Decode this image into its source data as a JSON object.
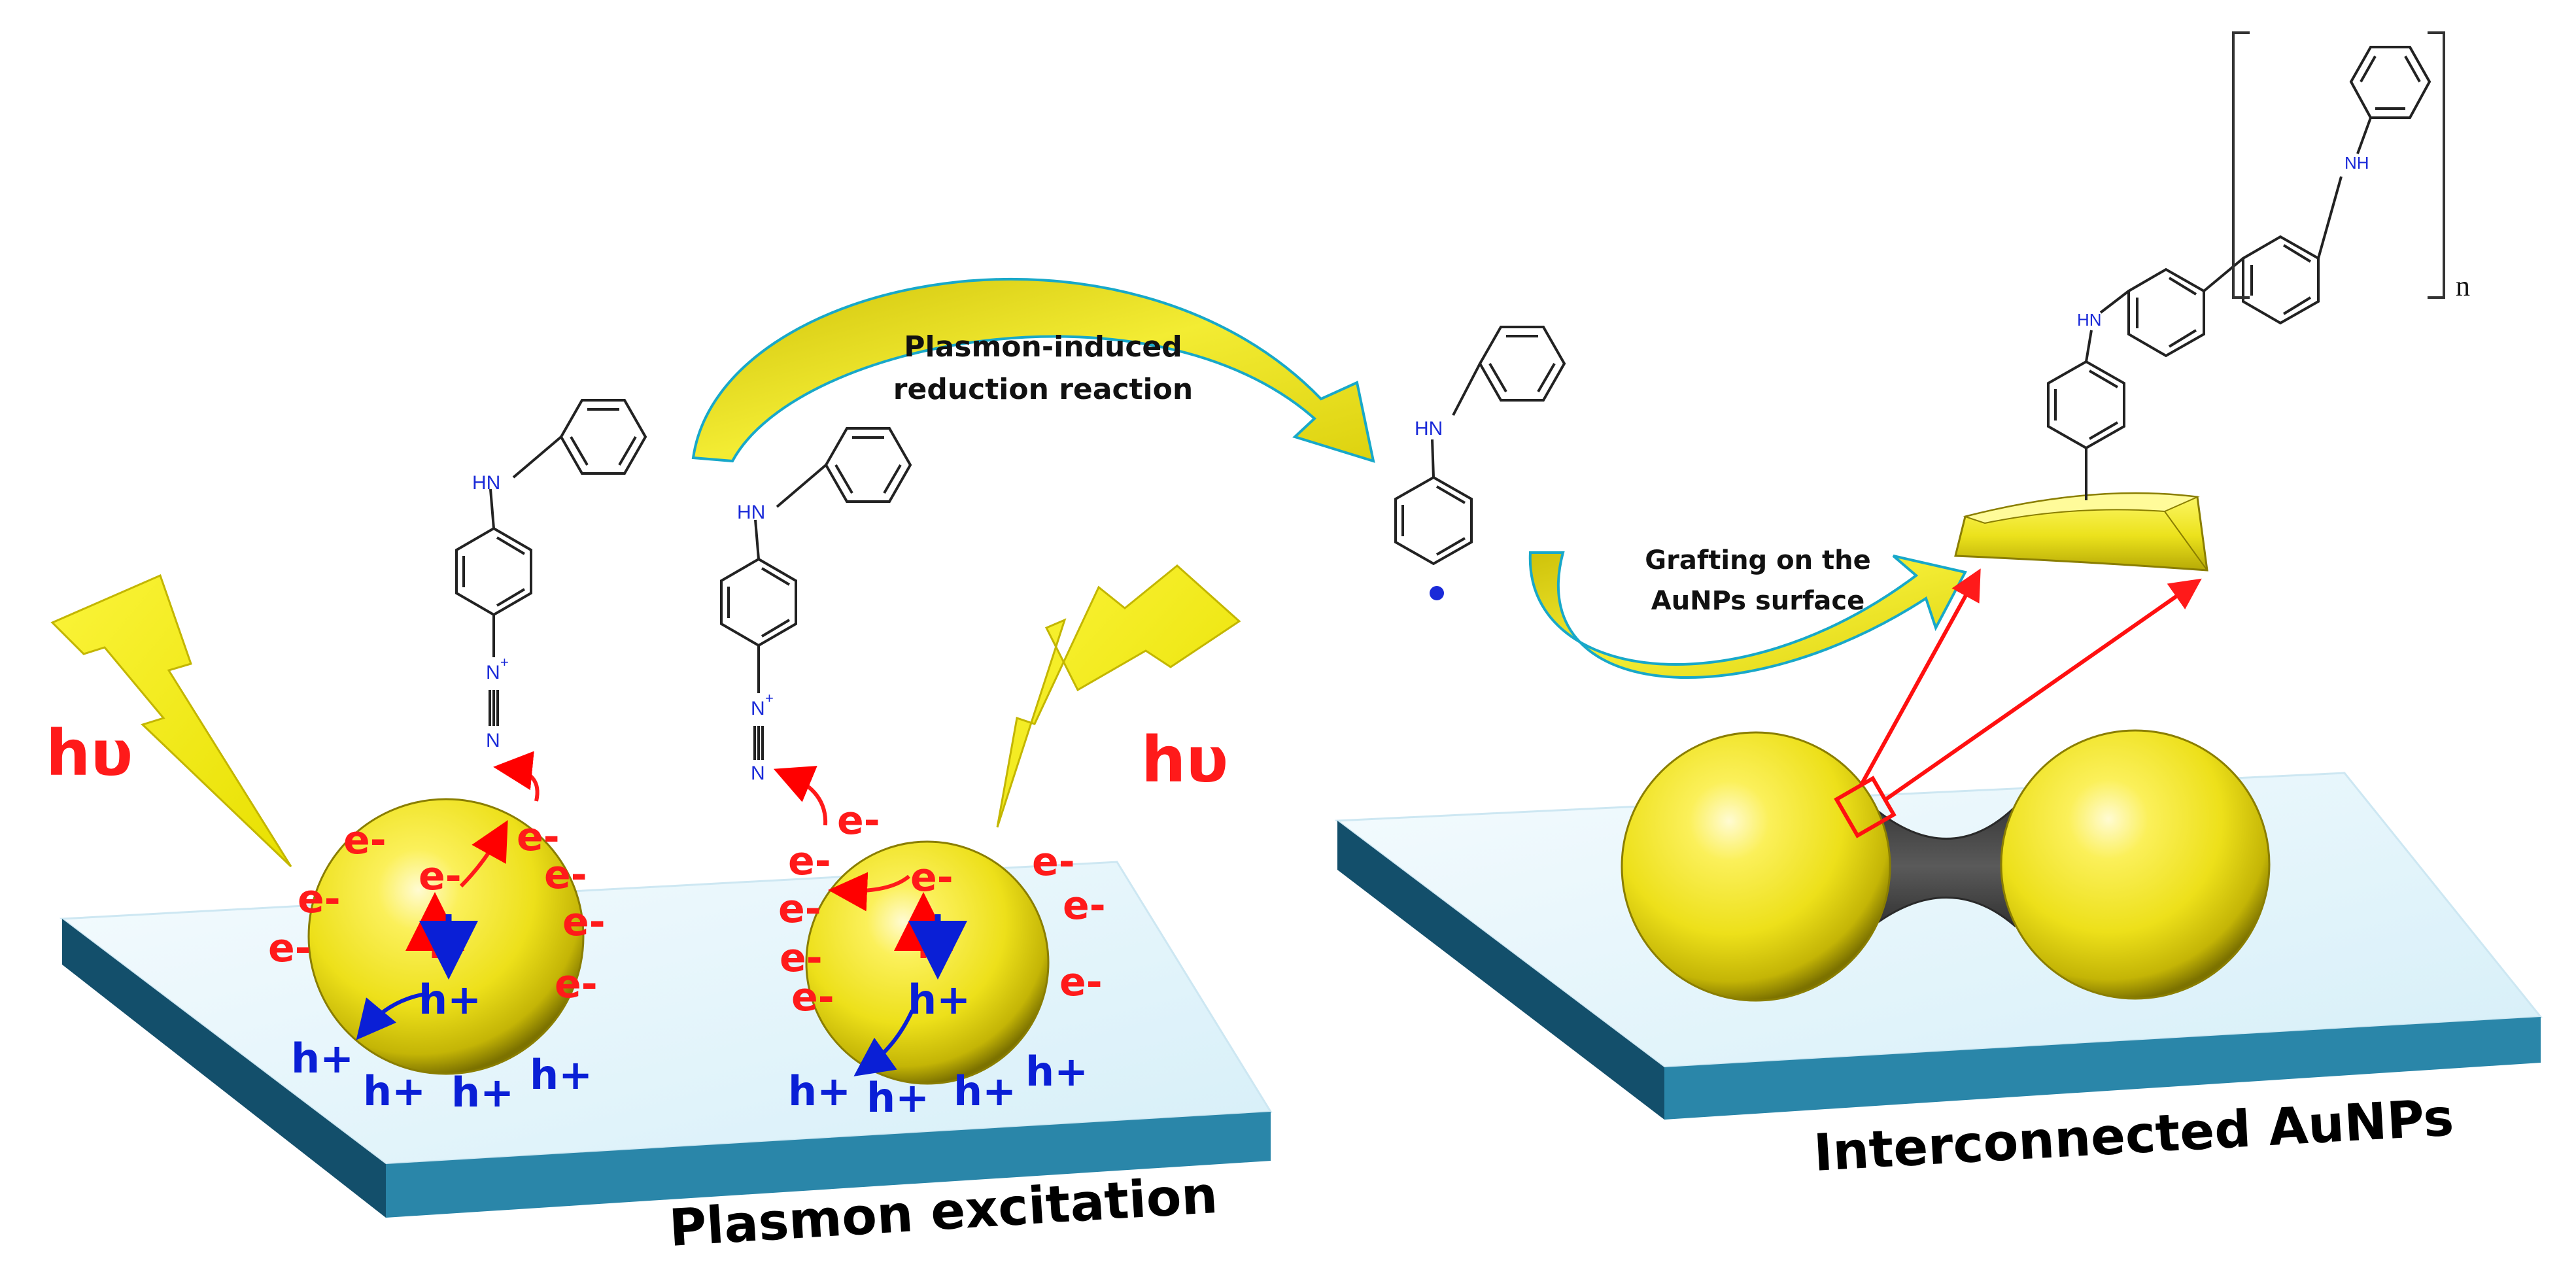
{
  "labels": {
    "hv": "hυ",
    "electron": "e-",
    "hole": "h+",
    "plasmon_excitation": "Plasmon excitation",
    "interconnected": "Interconnected AuNPs",
    "reduction_line1": "Plasmon-induced",
    "reduction_line2": "reduction reaction",
    "grafting_line1": "Grafting on the",
    "grafting_line2": "AuNPs surface",
    "amine": "HN",
    "amine_ext": "NH",
    "n_plus": "N",
    "plus": "+",
    "n_term": "N",
    "repeat": "n"
  },
  "colors": {
    "gold": "#f2e21a",
    "gold_dark": "#8e8200",
    "substrate_top": "#e6f6fb",
    "substrate_side": "#1f7395",
    "substrate_front": "#155a78",
    "arrow_fill": "#e4da12",
    "arrow_edge": "#15a6c8",
    "electron": "#ff0000",
    "hole": "#0a1fd6",
    "bond": "#222222",
    "bridge": "#484848"
  }
}
